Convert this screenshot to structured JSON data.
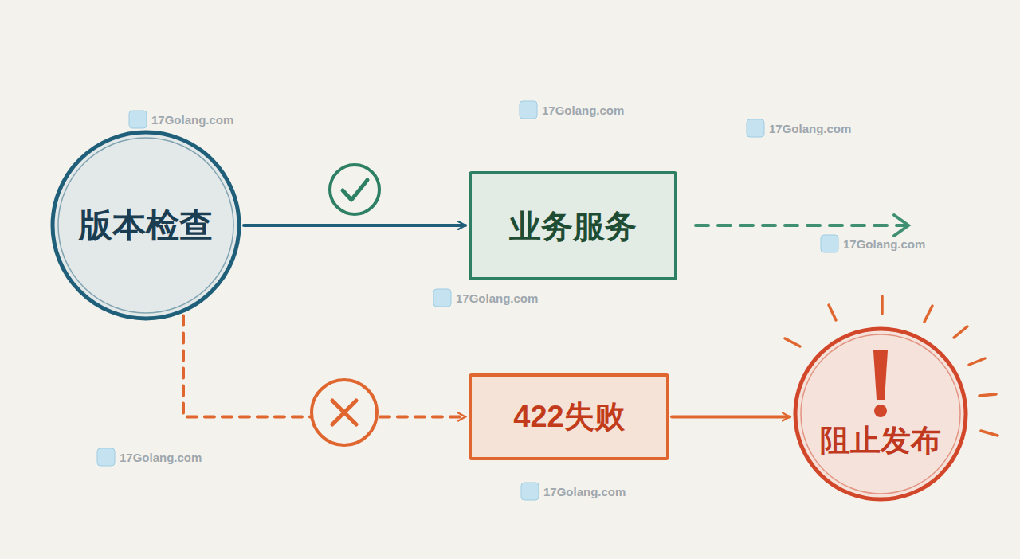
{
  "diagram": {
    "nodes": [
      {
        "text": [
          "版本检查"
        ]
      },
      {
        "text": [
          "业务服务"
        ]
      },
      {
        "text": [
          "422失败"
        ]
      },
      {
        "text": [
          "阻止发布"
        ]
      }
    ],
    "edges": [
      {
        "from": 0,
        "to": 1,
        "arrow": "to"
      },
      {
        "from": 0,
        "to": 2,
        "arrow": "to"
      },
      {
        "from": 2,
        "to": 3,
        "arrow": "to"
      }
    ],
    "labels": [
      "17Golang.com",
      "17Golang.com",
      "17Golang.com",
      "17Golang.com",
      "17Golang.com",
      "17Golang.com",
      "17Golang.com"
    ]
  }
}
